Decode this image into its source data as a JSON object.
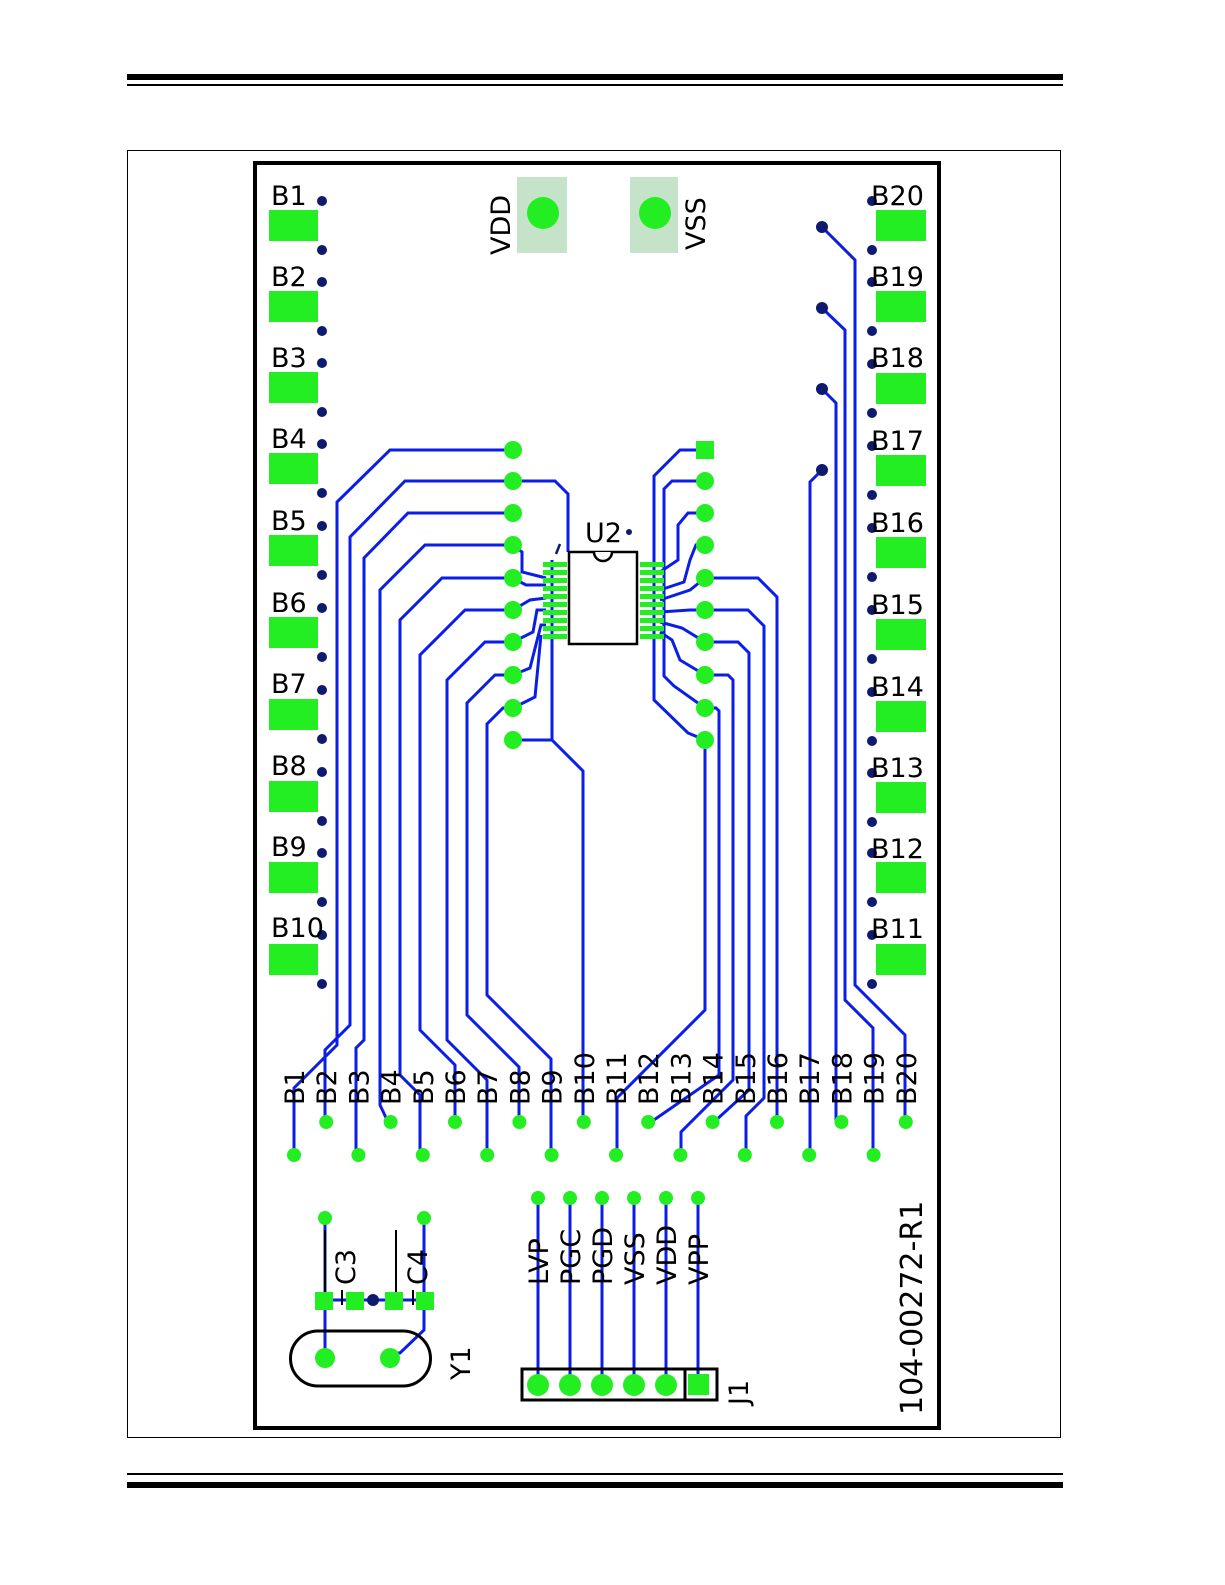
{
  "board": {
    "part_number": "104-00272-R1",
    "ic_label": "U2",
    "crystal_label": "Y1",
    "connector_label": "J1",
    "cap_labels": [
      "C3",
      "C4"
    ],
    "power_labels": [
      "VDD",
      "VSS"
    ],
    "left_pads": [
      "B1",
      "B2",
      "B3",
      "B4",
      "B5",
      "B6",
      "B7",
      "B8",
      "B9",
      "B10"
    ],
    "right_pads": [
      "B20",
      "B19",
      "B18",
      "B17",
      "B16",
      "B15",
      "B14",
      "B13",
      "B12",
      "B11"
    ],
    "bottom_labels": [
      "B1",
      "B2",
      "B3",
      "B4",
      "B5",
      "B6",
      "B7",
      "B8",
      "B9",
      "B10",
      "B11",
      "B12",
      "B13",
      "B14",
      "B15",
      "B16",
      "B17",
      "B18",
      "B19",
      "B20"
    ],
    "header_labels": [
      "LVP",
      "PGC",
      "PGD",
      "VSS",
      "VDD",
      "VPP"
    ]
  },
  "colors": {
    "trace": "#0a1ee6",
    "pad": "#22ee22",
    "via": "#0d1a6e",
    "pad_bg": "#c5e3c8",
    "outline": "#000000"
  }
}
